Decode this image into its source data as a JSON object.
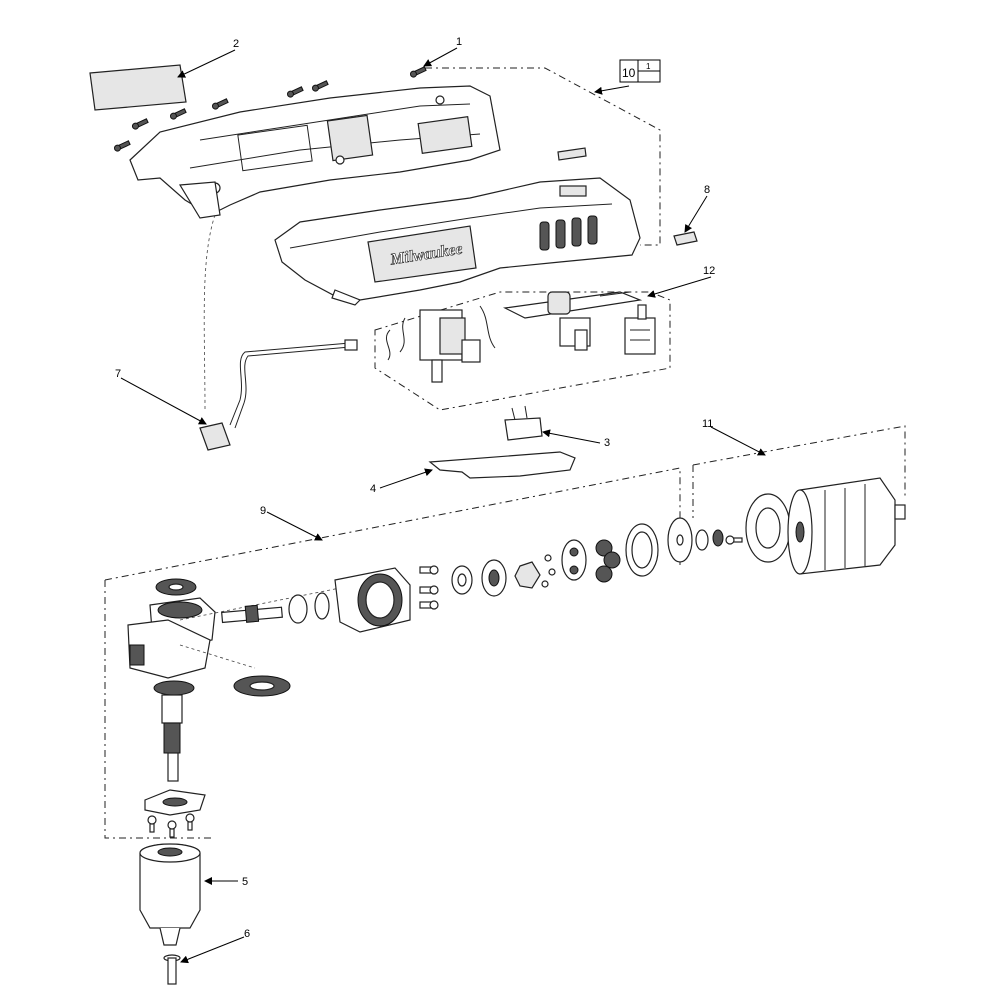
{
  "diagram": {
    "callouts": [
      {
        "id": "1",
        "text": "1"
      },
      {
        "id": "2",
        "text": "2"
      },
      {
        "id": "3",
        "text": "3"
      },
      {
        "id": "4",
        "text": "4"
      },
      {
        "id": "5",
        "text": "5"
      },
      {
        "id": "6",
        "text": "6"
      },
      {
        "id": "7",
        "text": "7"
      },
      {
        "id": "8",
        "text": "8"
      },
      {
        "id": "9",
        "text": "9"
      },
      {
        "id": "10",
        "text": "10"
      },
      {
        "id": "11",
        "text": "11"
      },
      {
        "id": "12",
        "text": "12"
      }
    ],
    "box10": {
      "main": "10",
      "sub": "1"
    },
    "brand_logo": "Milwaukee"
  }
}
